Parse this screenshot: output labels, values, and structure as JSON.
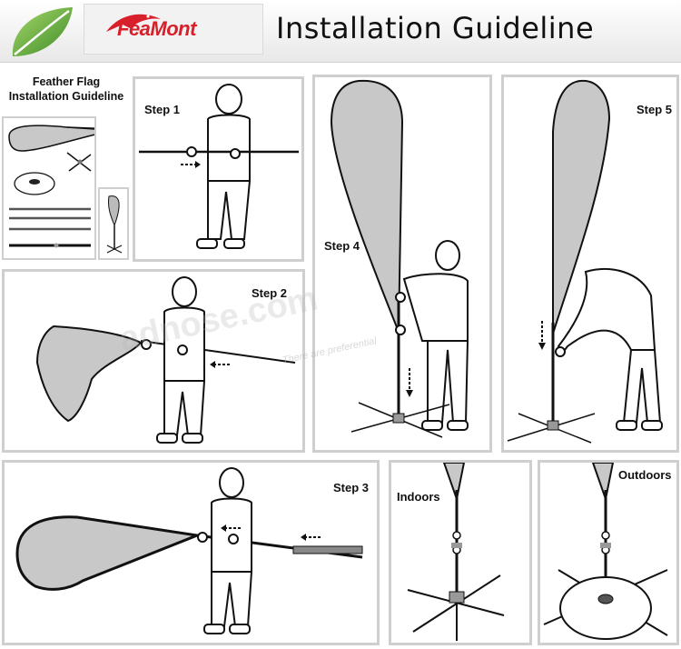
{
  "header": {
    "brand": "FeaMont",
    "title": "Installation Guideline"
  },
  "intro": {
    "line1": "Feather Flag",
    "line2": "Installation Guideline"
  },
  "steps": {
    "step1": "Step 1",
    "step2": "Step 2",
    "step3": "Step 3",
    "step4": "Step 4",
    "step5": "Step 5",
    "indoors": "Indoors",
    "outdoors": "Outdoors"
  },
  "watermark": {
    "main": "adnose.com",
    "sub": "There are preferential"
  },
  "colors": {
    "flag": "#c8c8c8",
    "brand_red": "#d8202a",
    "leaf_green": "#5aa83a"
  }
}
